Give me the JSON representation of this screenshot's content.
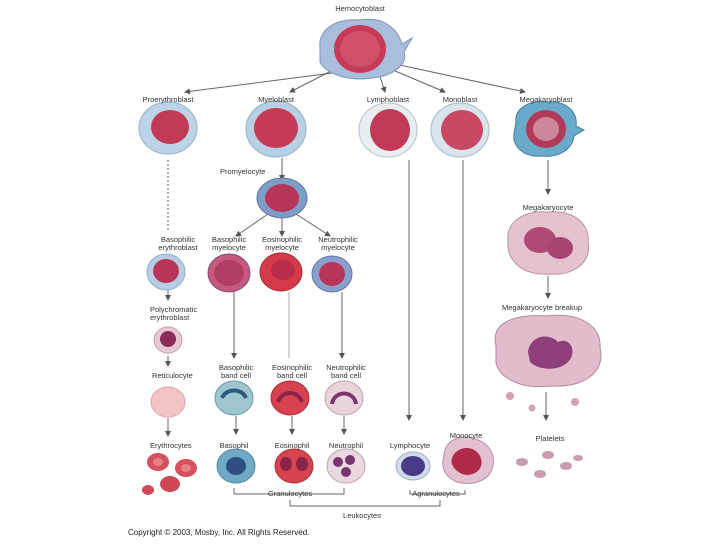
{
  "labels": {
    "hemocytoblast": "Hemocytoblast",
    "proerythroblast": "Proerythroblast",
    "myeloblast": "Myeloblast",
    "lymphoblast": "Lymphoblast",
    "monoblast": "Monoblast",
    "megakaryoblast": "Megakaryoblast",
    "promyelocyte": "Promyelocyte",
    "megakaryocyte": "Megakaryocyte",
    "basophilic_erythroblast": "Basophilic erythroblast",
    "basophilic_myelocyte": "Basophilic myelocyte",
    "eosinophilic_myelocyte": "Eosinophilic myelocyte",
    "neutrophilic_myelocyte": "Neutrophilic myelocyte",
    "polychromatic_erythroblast": "Polychromatic erythroblast",
    "megakaryocyte_breakup": "Megakaryocyte breakup",
    "reticulocyte": "Reticulocyte",
    "basophilic_band": "Basophilic band cell",
    "eosinophilic_band": "Eosinophilic band cell",
    "neutrophilic_band": "Neutrophilic band cell",
    "erythrocytes": "Erythrocytes",
    "basophil": "Basophil",
    "eosinophil": "Eosinophil",
    "neutrophil": "Neutrophil",
    "lymphocyte": "Lymphocyte",
    "monocyte": "Monocyte",
    "platelets": "Platelets",
    "granulocytes": "Granulocytes",
    "agranulocytes": "Agranulocytes",
    "leukocytes": "Leukocytes"
  },
  "copyright": "Copyright © 2003, Mosby, Inc. All Rights Reserved.",
  "colors": {
    "nucleus": "#c2344f",
    "cytoplasm_blue": "#9fc3dc",
    "cytoplasm_pink": "#f0c6cf",
    "arrow": "#555555",
    "erythrocyte": "#d8505e"
  }
}
